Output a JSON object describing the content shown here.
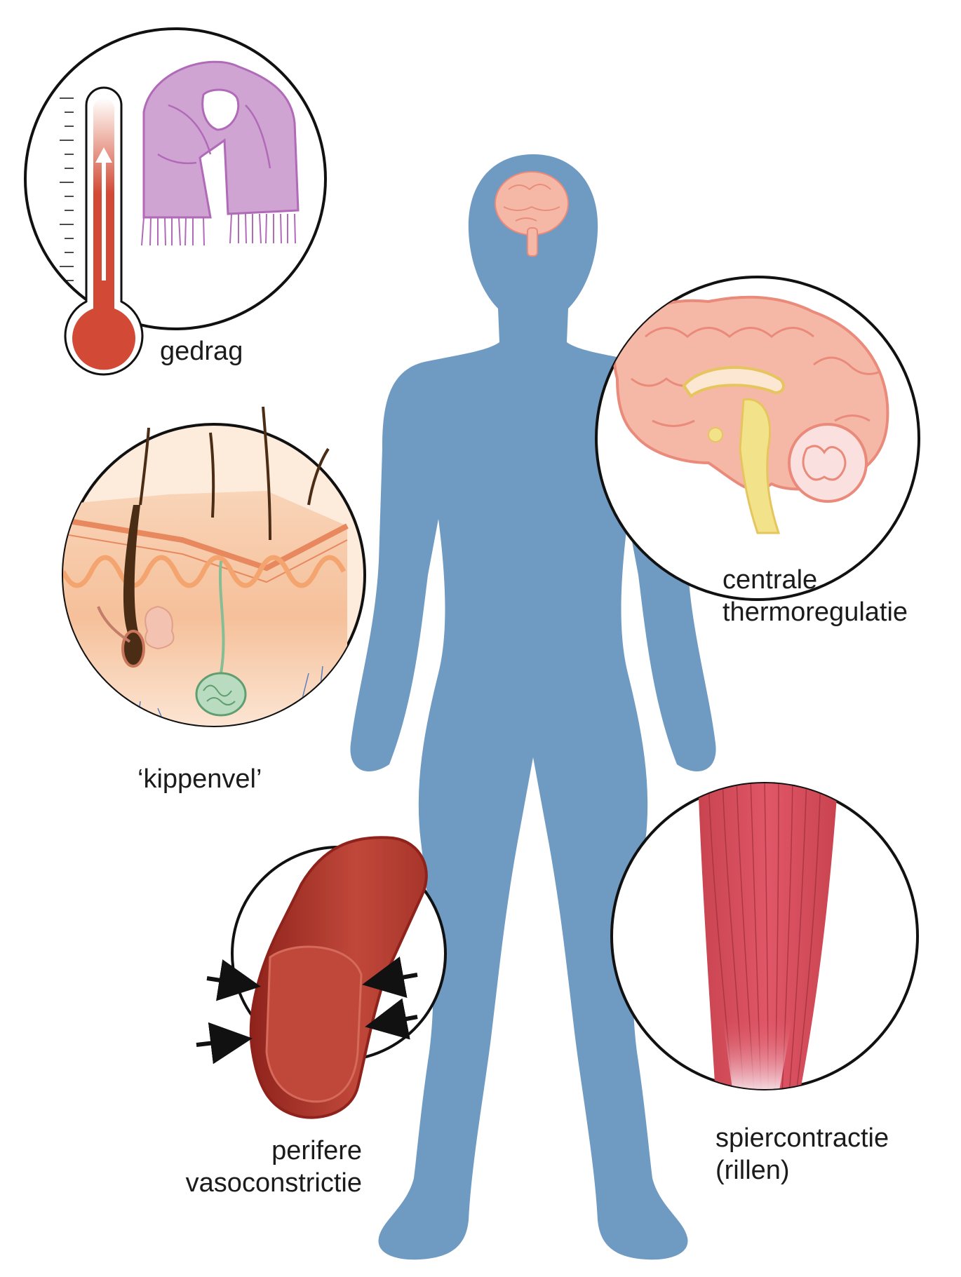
{
  "labels": {
    "behaviour": "gedrag",
    "goosebumps": "‘kippenvel’",
    "central_line1": "centrale",
    "central_line2": "thermoregulatie",
    "vaso_line1": "perifere",
    "vaso_line2": "vasoconstrictie",
    "muscle_line1": "spiercontractie",
    "muscle_line2": "(rillen)"
  },
  "colors": {
    "body_silhouette": "#6f9bc3",
    "brain_pink": "#f6b8a6",
    "brain_outline": "#ea8a7a",
    "thermometer_red": "#d24a36",
    "scarf_purple": "#cfa4d3",
    "vessel_red": "#b5382c",
    "muscle_red": "#d84a5a",
    "hair_follicle_dark": "#4b2c14",
    "skin_orange": "#f3a46f",
    "sweat_gland_green": "#86bd94",
    "brainstem_yellow": "#f2e28a"
  },
  "icons": [
    "thermometer-icon",
    "scarf-icon",
    "arrow-icon"
  ]
}
